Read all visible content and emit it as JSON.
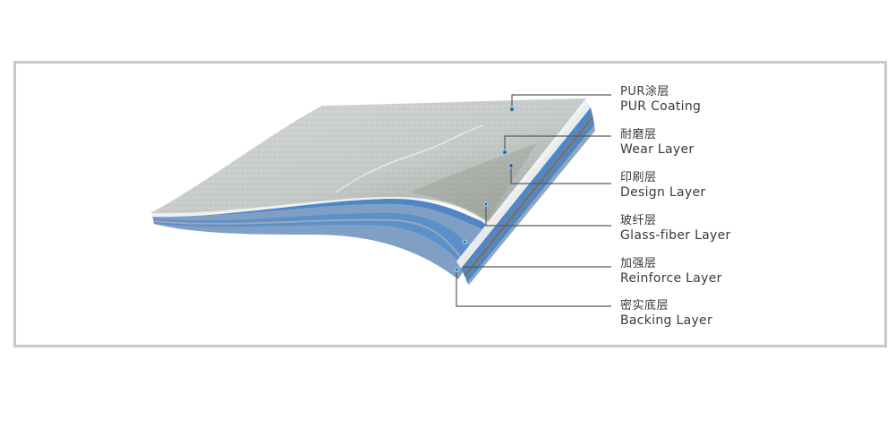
{
  "diagram": {
    "type": "layered-cross-section",
    "subject": "vinyl flooring plank layer structure",
    "colors": {
      "frame": "#c9c9c7",
      "surface": "#c8cbc9",
      "blue_layer": "#4f86c6",
      "leader_line": "#5a5a5a",
      "marker_dot": "#1d5f8a",
      "text": "#3a3a3a"
    },
    "layers": [
      {
        "zh": "PUR涂层",
        "en": "PUR Coating"
      },
      {
        "zh": "耐磨层",
        "en": "Wear Layer"
      },
      {
        "zh": "印刷层",
        "en": "Design Layer"
      },
      {
        "zh": "玻纤层",
        "en": "Glass-fiber Layer"
      },
      {
        "zh": "加强层",
        "en": "Reinforce Layer"
      },
      {
        "zh": "密实底层",
        "en": "Backing Layer"
      }
    ]
  }
}
